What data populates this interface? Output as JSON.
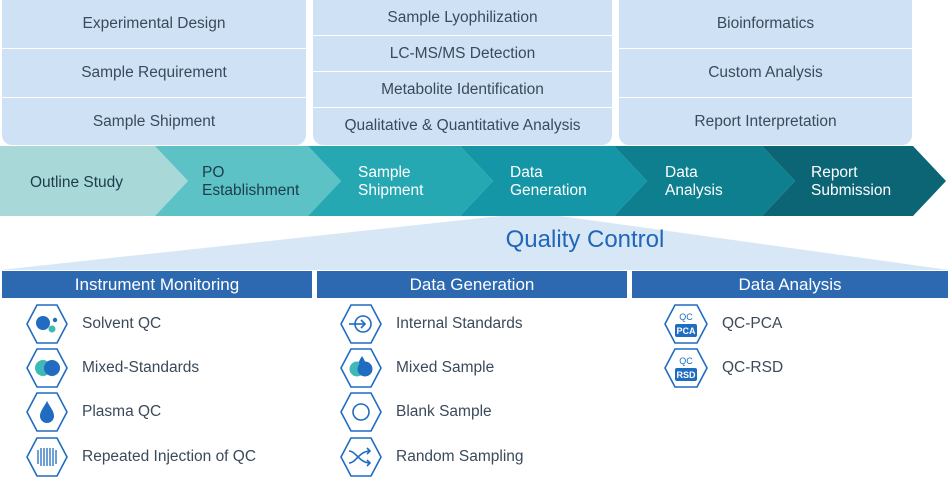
{
  "panels": [
    {
      "items": [
        "Experimental Design",
        "Sample Requirement",
        "Sample Shipment"
      ]
    },
    {
      "items": [
        "Sample Lyophilization",
        "LC-MS/MS Detection",
        "Metabolite Identification",
        "Qualitative & Quantitative Analysis"
      ]
    },
    {
      "items": [
        "Bioinformatics",
        "Custom Analysis",
        "Report Interpretation"
      ]
    }
  ],
  "workflow": [
    {
      "label": "Outline Study",
      "color": "#a9d8d8"
    },
    {
      "label": "PO\nEstablishment",
      "color": "#5cc2c6"
    },
    {
      "label": "Sample\nShipment",
      "color": "#26a8b2"
    },
    {
      "label": "Data\nGeneration",
      "color": "#1496a6"
    },
    {
      "label": "Data\nAnalysis",
      "color": "#0e7f8e"
    },
    {
      "label": "Report\nSubmission",
      "color": "#0c6575"
    }
  ],
  "quality_control": {
    "title": "Quality Control",
    "columns": [
      {
        "header": "Instrument Monitoring",
        "items": [
          {
            "label": "Solvent QC",
            "icon": "solvent-qc-icon"
          },
          {
            "label": "Mixed-Standards",
            "icon": "mixed-standards-icon"
          },
          {
            "label": "Plasma QC",
            "icon": "plasma-drop-icon"
          },
          {
            "label": "Repeated Injection of QC",
            "icon": "repeated-injection-icon"
          }
        ]
      },
      {
        "header": "Data Generation",
        "items": [
          {
            "label": "Internal Standards",
            "icon": "internal-standards-icon"
          },
          {
            "label": "Mixed Sample",
            "icon": "mixed-sample-icon"
          },
          {
            "label": "Blank Sample",
            "icon": "blank-sample-icon"
          },
          {
            "label": "Random Sampling",
            "icon": "random-sampling-icon"
          }
        ]
      },
      {
        "header": "Data Analysis",
        "items": [
          {
            "label": "QC-PCA",
            "icon": "qc-pca-icon",
            "badge": [
              "QC",
              "PCA"
            ]
          },
          {
            "label": "QC-RSD",
            "icon": "qc-rsd-icon",
            "badge": [
              "QC",
              "RSD"
            ]
          }
        ]
      }
    ]
  },
  "colors": {
    "panel_bg": "#cfe2f5",
    "header_blue": "#2c69b0",
    "title_blue": "#2166b8",
    "icon_blue": "#1f6cc0",
    "icon_teal": "#3fb9b5"
  }
}
